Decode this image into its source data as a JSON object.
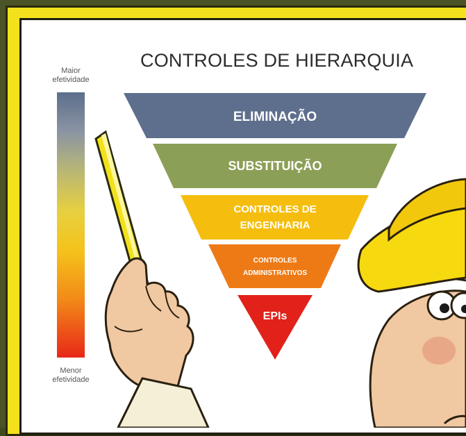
{
  "title": "CONTROLES DE HIERARQUIA",
  "scale": {
    "top_label_line1": "Maior",
    "top_label_line2": "efetividade",
    "bottom_label_line1": "Menor",
    "bottom_label_line2": "efetividade"
  },
  "layers": [
    {
      "line1": "ELIMINAÇÃO",
      "line2": "",
      "color": "#5d6f8c"
    },
    {
      "line1": "SUBSTITUIÇÃO",
      "line2": "",
      "color": "#8c9f57"
    },
    {
      "line1": "CONTROLES DE",
      "line2": "ENGENHARIA",
      "color": "#f5be0f"
    },
    {
      "line1": "CONTROLES",
      "line2": "ADMINISTRATIVOS",
      "color": "#ee7a16"
    },
    {
      "line1": "EPIs",
      "line2": "",
      "color": "#e2211a"
    }
  ],
  "colors": {
    "board_border": "#f2e11c",
    "background": "#4a5426"
  }
}
